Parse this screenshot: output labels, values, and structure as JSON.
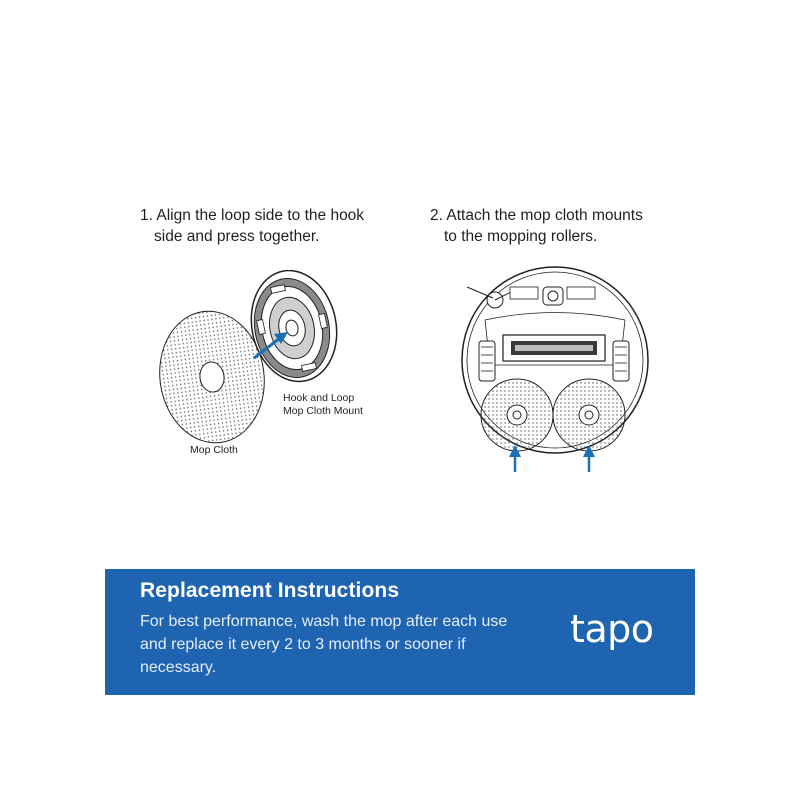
{
  "steps": [
    {
      "line1": "1. Align the loop side to the hook",
      "line2": "side and press together."
    },
    {
      "line1": "2.  Attach the mop cloth mounts",
      "line2": "to the mopping rollers."
    }
  ],
  "labels": {
    "mount_line1": "Hook and Loop",
    "mount_line2": "Mop Cloth Mount",
    "cloth": "Mop Cloth"
  },
  "banner": {
    "title": "Replacement Instructions",
    "body": "For best performance, wash the mop after each use and replace it every 2 to 3 months or sooner if necessary.",
    "logo": "tapo",
    "background": "#1f64b0"
  },
  "colors": {
    "arrow": "#1a6fb5",
    "line": "#231f20"
  }
}
